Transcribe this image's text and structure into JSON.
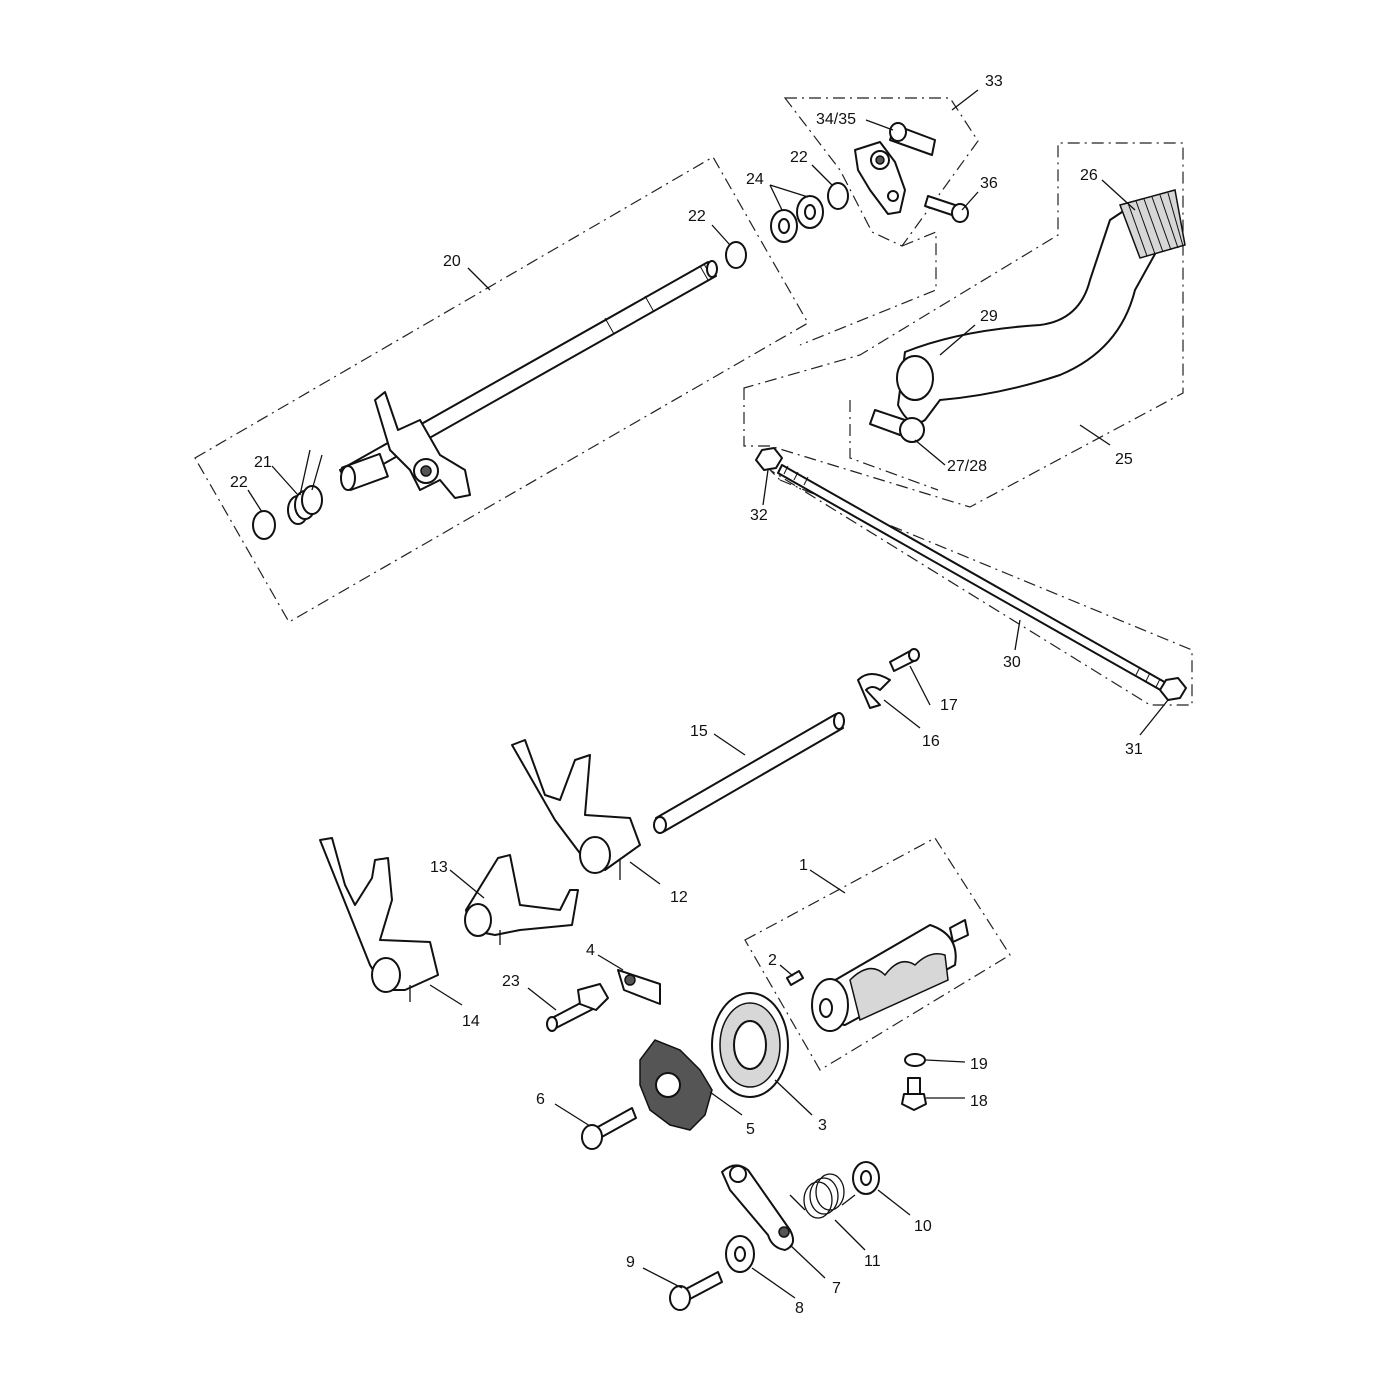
{
  "labels": {
    "l1": "1",
    "l2": "2",
    "l3": "3",
    "l4": "4",
    "l5": "5",
    "l6": "6",
    "l7": "7",
    "l8": "8",
    "l9": "9",
    "l10": "10",
    "l11": "11",
    "l12": "12",
    "l13": "13",
    "l14": "14",
    "l15": "15",
    "l16": "16",
    "l17": "17",
    "l18": "18",
    "l19": "19",
    "l20": "20",
    "l21": "21",
    "l22a": "22",
    "l22b": "22",
    "l22c": "22",
    "l23": "23",
    "l24": "24",
    "l25": "25",
    "l26": "26",
    "l2728": "27/28",
    "l29": "29",
    "l30": "30",
    "l31": "31",
    "l32": "32",
    "l33": "33",
    "l3435": "34/35",
    "l36": "36"
  }
}
